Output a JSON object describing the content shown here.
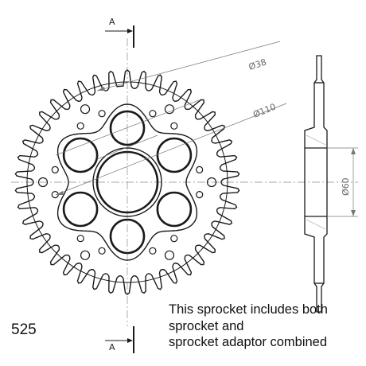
{
  "drawing": {
    "teeth_count": 42,
    "carrier_bolt_holes": 6,
    "colors": {
      "outline": "#1a1a1a",
      "center_line": "#888888",
      "dimension": "#777777"
    }
  },
  "dimensions": {
    "hole_diameter": "Ø38",
    "bolt_circle": "Ø110",
    "hub_diameter": "Ø60"
  },
  "section_marker": {
    "top": "A",
    "bottom": "A"
  },
  "pitch_label": "525",
  "note": {
    "line1": "This sprocket includes both",
    "line2": "sprocket and",
    "line3": "sprocket adaptor combined"
  }
}
